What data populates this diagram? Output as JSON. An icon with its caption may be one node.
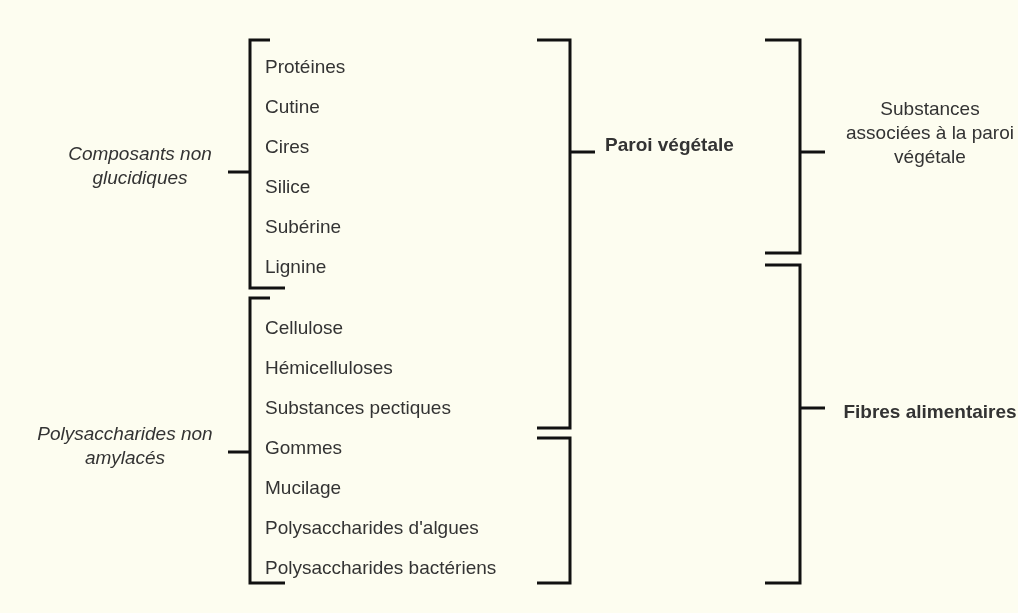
{
  "diagram": {
    "labels": [
      "Composants non glucidiques",
      "Polysaccharides non amylacés",
      "Protéines",
      "Cutine",
      "Cires",
      "Silice",
      "Subérine",
      "Lignine",
      "Cellulose",
      "Hémicelluloses",
      "Substances pectiques",
      "Gommes",
      "Mucilage",
      "Polysaccharides d'algues",
      "Polysaccharides bactériens",
      "Paroi végétale",
      "Substances associées à la paroi végétale",
      "Fibres alimentaires"
    ]
  }
}
